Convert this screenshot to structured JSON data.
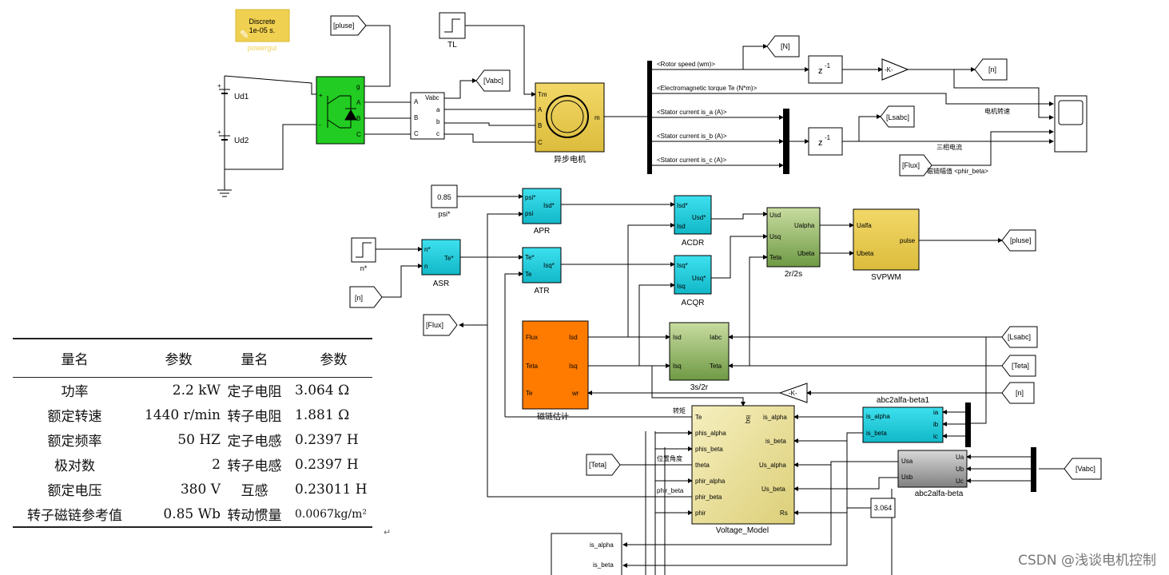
{
  "powergui": {
    "line1": "Discrete",
    "line2": "1e-05 s.",
    "caption": "powergui"
  },
  "dc_sources": {
    "ud1": "Ud1",
    "ud2": "Ud2"
  },
  "goto_tags": {
    "pluse": "[pluse]",
    "vabc": "[Vabc]",
    "n_big": "[N]",
    "n_small": "[n]",
    "lsabc": "[Lsabc]",
    "flux": "[Flux]",
    "teta": "[Teta]"
  },
  "step_TL": "TL",
  "step_n": "n*",
  "const_psi": {
    "value": "0.85",
    "caption": "psi*"
  },
  "const_rs": "3.064",
  "vm_measure": {
    "vabc": "Vabc",
    "a": "a",
    "b": "b",
    "c": "c",
    "A": "A",
    "B": "B",
    "C": "C"
  },
  "inverter_ports": {
    "g": "g",
    "A": "A",
    "B": "B",
    "C": "C"
  },
  "motor": {
    "Tm": "Tm",
    "A": "A",
    "B": "B",
    "C": "C",
    "m": "m",
    "caption": "异步电机"
  },
  "bus_signals": [
    "<Rotor speed (wm)>",
    "<Electromagnetic torque Te (N*m)>",
    "<Stator current is_a (A)>",
    "<Stator current is_b (A)>",
    "<Stator current is_c (A)>"
  ],
  "unit_delay": "z",
  "unit_delay_exp": "-1",
  "gain": "-K-",
  "scope_labels": {
    "speed": "电机转速",
    "current": "三相电流",
    "flux": "磁链幅值 <phir_beta>"
  },
  "apr": {
    "in1": "psi*",
    "in2": "psi",
    "out": "Isd*",
    "caption": "APR"
  },
  "asr": {
    "in1": "n*",
    "in2": "n",
    "out": "Te*",
    "caption": "ASR"
  },
  "atr": {
    "in1": "Te*",
    "in2": "Te",
    "out": "Isq*",
    "caption": "ATR"
  },
  "acdr": {
    "in1": "Isd*",
    "in2": "Isd",
    "out": "Usd*",
    "caption": "ACDR"
  },
  "acqr": {
    "in1": "Isq*",
    "in2": "Isq",
    "out": "Usq*",
    "caption": "ACQR"
  },
  "r2s2": {
    "in1": "Usd",
    "in2": "Usq",
    "in3": "Teta",
    "out1": "Ualpha",
    "out2": "Ubeta",
    "caption": "2r/2s"
  },
  "svpwm": {
    "in1": "Ualfa",
    "in2": "Ubeta",
    "out": "pulse",
    "caption": "SVPWM"
  },
  "flux_est": {
    "in1": "Flux",
    "in2": "Teta",
    "in3": "Te",
    "out1": "Isd",
    "out2": "Isq",
    "out3": "wr",
    "caption": "磁链估计"
  },
  "s3r2": {
    "in1": "Isd",
    "in2": "Isq",
    "o1": "Iabc",
    "o2": "Teta",
    "caption": "3s/2r"
  },
  "abc2ab1": {
    "in1": "ia",
    "in2": "ib",
    "in3": "ic",
    "out1": "is_alpha",
    "out2": "is_beta",
    "caption": "abc2alfa-beta1"
  },
  "abc2ab": {
    "in1": "Ua",
    "in2": "Ub",
    "in3": "Uc",
    "out1": "Usa",
    "out2": "Usb",
    "caption": "abc2alfa-beta"
  },
  "voltage_model": {
    "left": [
      "Te",
      "phis_alpha",
      "phis_beta",
      "theta",
      "phir_alpha",
      "phir_beta",
      "phir"
    ],
    "right": [
      "is_alpha",
      "is_beta",
      "Us_alpha",
      "Us_beta",
      "Rs"
    ],
    "top": "isq",
    "caption": "Voltage_Model"
  },
  "wire_labels": {
    "torque": "转矩",
    "pos_angle": "位置角度",
    "phir_beta": "phir_beta"
  },
  "bottom_block": {
    "out1": "is_alpha",
    "out2": "is_beta"
  },
  "table": {
    "header": [
      "量名",
      "参数",
      "量名",
      "参数"
    ],
    "rows": [
      [
        "功率",
        "2.2 kW",
        "定子电阻",
        "3.064  Ω"
      ],
      [
        "额定转速",
        "1440 r/min",
        "转子电阻",
        "1.881  Ω"
      ],
      [
        "额定频率",
        "50 HZ",
        "定子电感",
        "0.2397 H"
      ],
      [
        "极对数",
        "2",
        "转子电感",
        "0.2397 H"
      ],
      [
        "额定电压",
        "380 V",
        "互感",
        "0.23011 H"
      ],
      [
        "转子磁链参考值",
        "0.85 Wb",
        "转动惯量",
        "0.0067kg/m²"
      ]
    ]
  },
  "watermark": "CSDN @浅谈电机控制",
  "return_mark": "↵",
  "colors": {
    "cyan": "#20c8d8",
    "green_block": "#22cc22",
    "yellow": "#e8cc50",
    "orange": "#ff7b00",
    "olive": "#8fb060",
    "gray": "#a0a0a0",
    "khaki": "#ece39a",
    "powergui": "#f0d050"
  }
}
